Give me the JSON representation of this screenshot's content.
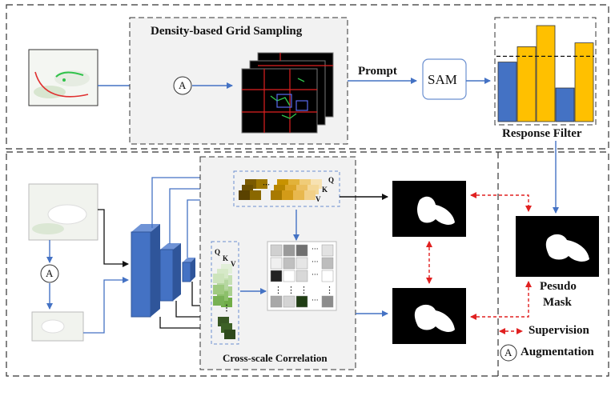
{
  "labels": {
    "grid_sampling": "Density-based Grid Sampling",
    "prompt": "Prompt",
    "sam": "SAM",
    "response_filter": "Response Filter",
    "cross_scale": "Cross-scale Correlation",
    "pseudo_mask": "Pesudo",
    "pseudo_mask_2": "Mask",
    "supervision": "Supervision",
    "augmentation": "Augmentation",
    "augment_symbol": "A",
    "q": "Q",
    "k": "K",
    "v": "V",
    "dots": "···",
    "vdots": "⋮"
  },
  "response_filter_chart": {
    "type": "bar",
    "values": [
      0.62,
      0.78,
      1.0,
      0.35,
      0.82
    ],
    "threshold": 0.68,
    "colors": [
      "#4472c4",
      "#ffc000",
      "#ffc000",
      "#4472c4",
      "#ffc000"
    ]
  },
  "colors": {
    "arrow": "#4472c4",
    "dashed_red": "#e02020",
    "cnn_blue": "#4472c4",
    "panel_gray": "#f2f2f2"
  }
}
